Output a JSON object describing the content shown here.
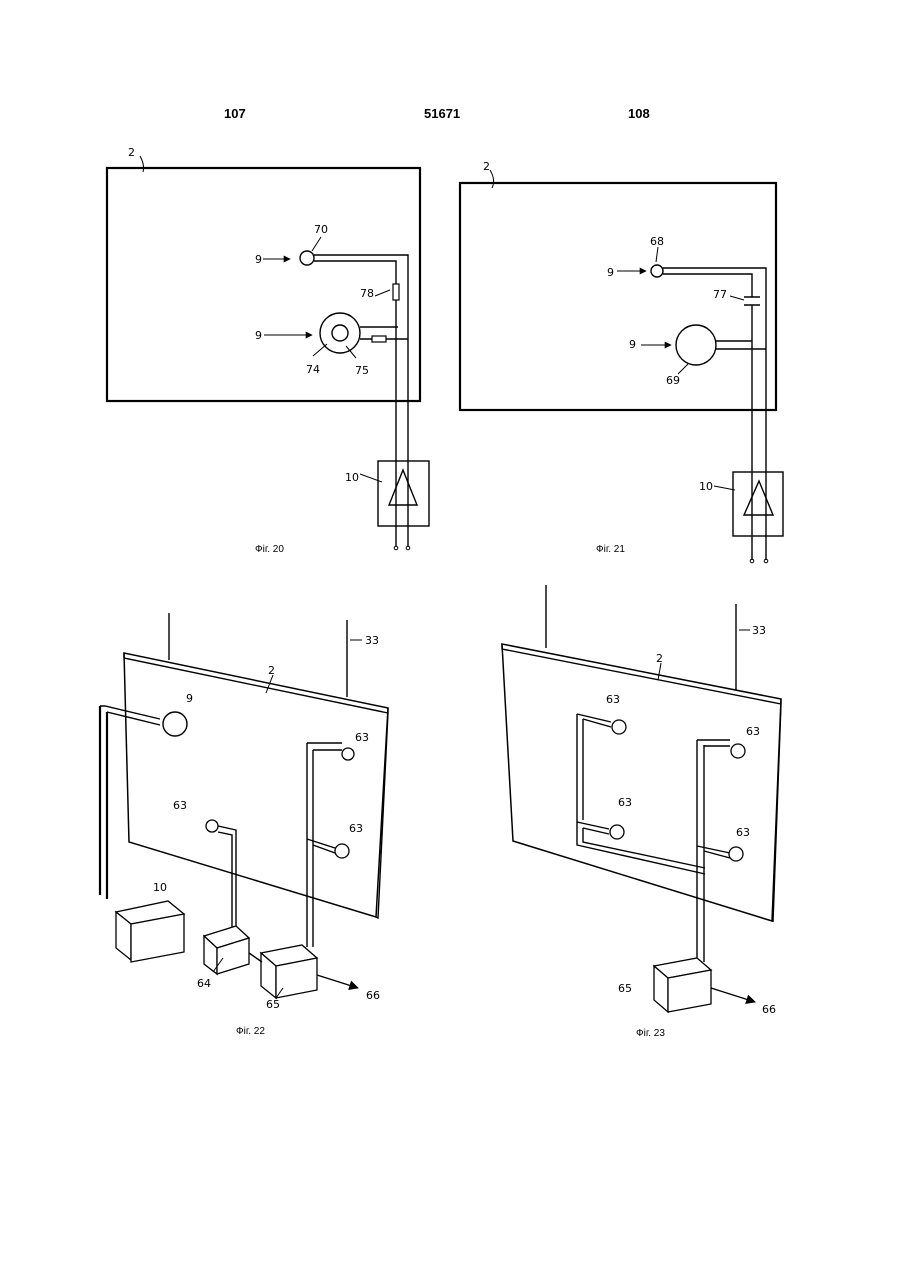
{
  "header": {
    "left_page": "107",
    "patent_number": "51671",
    "right_page": "108"
  },
  "fig20": {
    "caption": "Фіг. 20",
    "labels": {
      "panel": "2",
      "sensor_a": "9",
      "sensor_b": "9",
      "small_circle": "70",
      "resistor": "78",
      "ring_outer": "74",
      "ring_inner": "75",
      "amplifier": "10"
    }
  },
  "fig21": {
    "caption": "Фіг. 21",
    "labels": {
      "panel": "2",
      "sensor_a": "9",
      "sensor_b": "9",
      "small_circle": "68",
      "capacitor": "77",
      "large_circle": "69",
      "amplifier": "10"
    }
  },
  "fig22": {
    "caption": "Фіг. 22",
    "labels": {
      "panel": "2",
      "support": "33",
      "sensor": "9",
      "sensor_1": "63",
      "sensor_2": "63",
      "sensor_3": "63",
      "box_amp": "10",
      "box_64": "64",
      "box_65": "65",
      "output": "66"
    }
  },
  "fig23": {
    "caption": "Фіг. 23",
    "labels": {
      "panel": "2",
      "support": "33",
      "sensor_1": "63",
      "sensor_2": "63",
      "sensor_3": "63",
      "sensor_4": "63",
      "box_65": "65",
      "output": "66"
    }
  }
}
